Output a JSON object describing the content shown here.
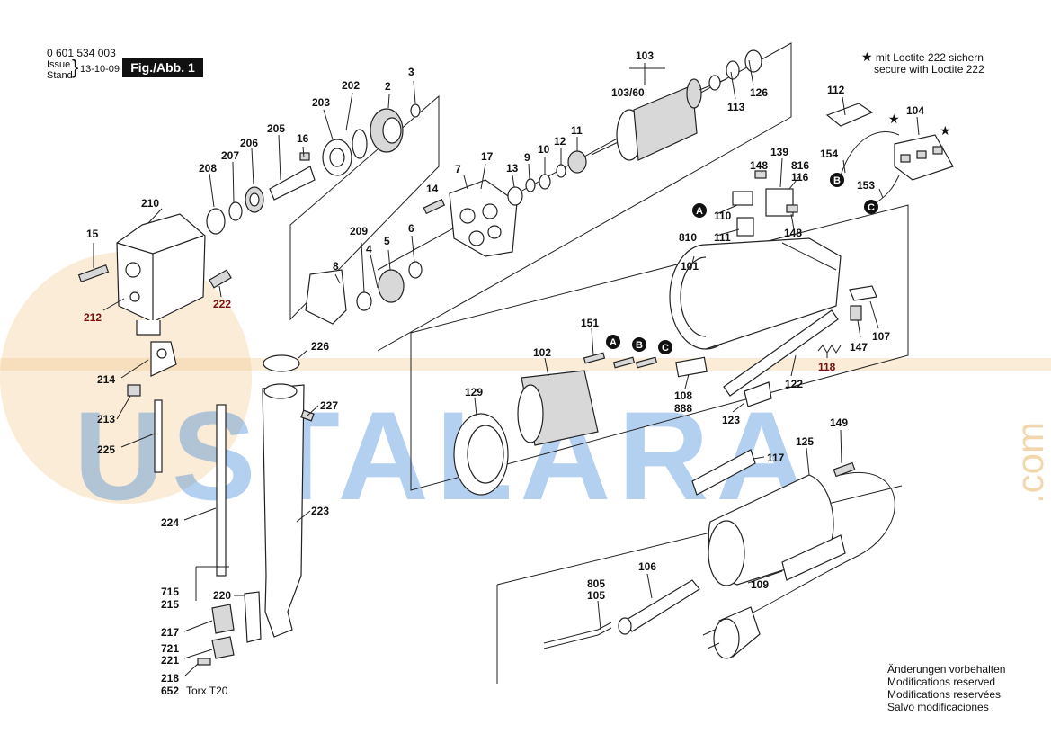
{
  "header": {
    "doc_number": "0 601 534 003",
    "issue_label_1": "Issue",
    "issue_label_2": "Stand",
    "issue_date": "13-10-09",
    "figure_badge": "Fig./Abb. 1"
  },
  "loctite_note": {
    "line1": "mit Loctite 222 sichern",
    "line2": "secure with Loctite 222"
  },
  "footer": {
    "lines": [
      "Änderungen vorbehalten",
      "Modifications reserved",
      "Modifications reservées",
      "Salvo modificaciones"
    ]
  },
  "torx_note": "Torx T20",
  "watermark": {
    "text": "USTALARA",
    "suffix": ".com"
  },
  "callouts": {
    "a": "A",
    "b": "B",
    "c": "C"
  },
  "labels": {
    "l_103": "103",
    "l_103_60": "103/60",
    "l_126": "126",
    "l_113": "113",
    "l_202": "202",
    "l_2": "2",
    "l_3": "3",
    "l_203": "203",
    "l_205": "205",
    "l_16": "16",
    "l_206": "206",
    "l_207": "207",
    "l_208": "208",
    "l_210": "210",
    "l_15": "15",
    "l_212": "212",
    "l_222": "222",
    "l_7": "7",
    "l_17": "17",
    "l_13": "13",
    "l_9": "9",
    "l_10": "10",
    "l_12": "12",
    "l_11": "11",
    "l_14": "14",
    "l_209": "209",
    "l_5": "5",
    "l_6": "6",
    "l_4": "4",
    "l_8": "8",
    "l_226": "226",
    "l_214": "214",
    "l_227": "227",
    "l_213": "213",
    "l_225": "225",
    "l_224": "224",
    "l_223": "223",
    "l_715": "715",
    "l_215": "215",
    "l_220": "220",
    "l_217": "217",
    "l_721": "721",
    "l_221": "221",
    "l_218": "218",
    "l_652": "652",
    "l_112": "112",
    "l_104": "104",
    "l_154": "154",
    "l_153": "153",
    "l_139": "139",
    "l_148a": "148",
    "l_816": "816",
    "l_116": "116",
    "l_110": "110",
    "l_810": "810",
    "l_111": "111",
    "l_148b": "148",
    "l_101": "101",
    "l_151": "151",
    "l_102": "102",
    "l_107": "107",
    "l_147": "147",
    "l_118": "118",
    "l_122": "122",
    "l_129": "129",
    "l_108": "108",
    "l_888": "888",
    "l_123": "123",
    "l_125": "125",
    "l_149": "149",
    "l_117": "117",
    "l_106": "106",
    "l_805": "805",
    "l_105": "105",
    "l_109": "109"
  },
  "colors": {
    "ink": "#111111",
    "label_red": "#7a1010",
    "watermark_blue": "#2b7bd6",
    "watermark_orange": "#e3a64a"
  }
}
